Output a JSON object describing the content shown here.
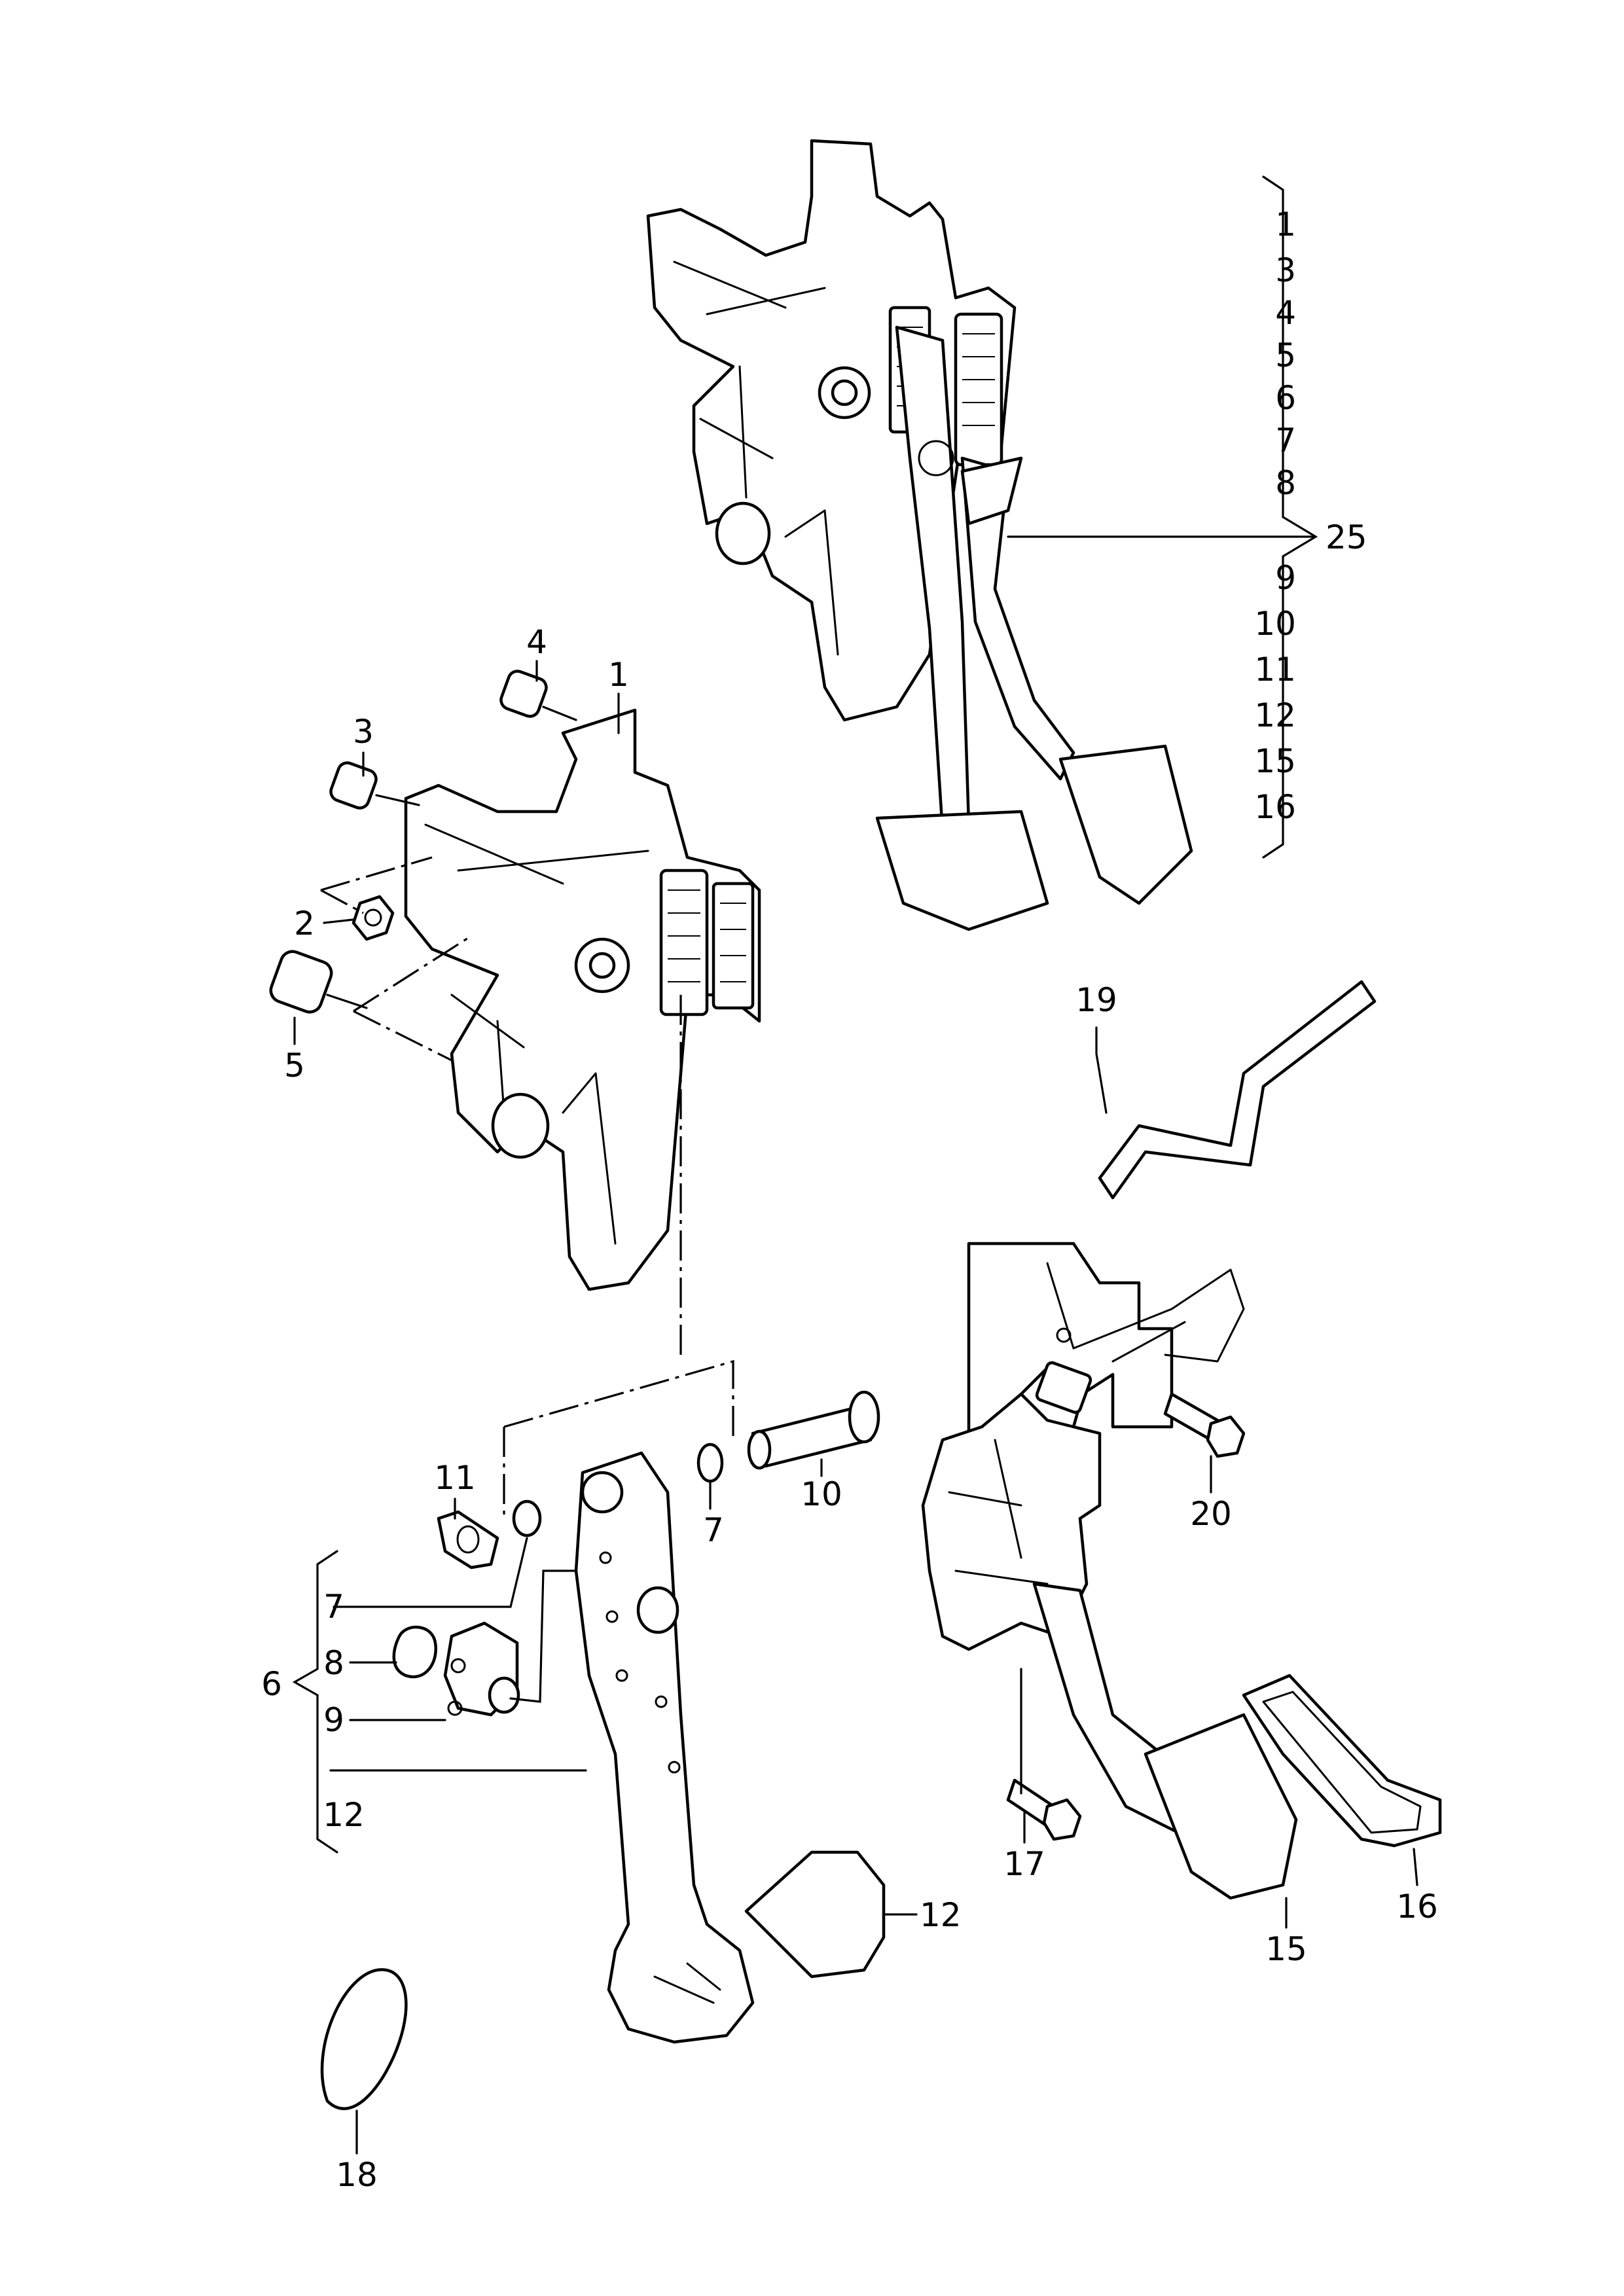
{
  "callouts": {
    "c1": "1",
    "c2": "2",
    "c3": "3",
    "c4": "4",
    "c5": "5",
    "c6": "6",
    "c7a": "7",
    "c7b": "7",
    "c8": "8",
    "c9": "9",
    "c10": "10",
    "c11": "11",
    "c12a": "12",
    "c12b": "12",
    "c15": "15",
    "c16": "16",
    "c17": "17",
    "c18": "18",
    "c19": "19",
    "c20": "20",
    "c25": "25"
  },
  "assembly_list": [
    "1",
    "3",
    "4",
    "5",
    "6",
    "7",
    "8",
    "9",
    "10",
    "11",
    "12",
    "15",
    "16"
  ]
}
